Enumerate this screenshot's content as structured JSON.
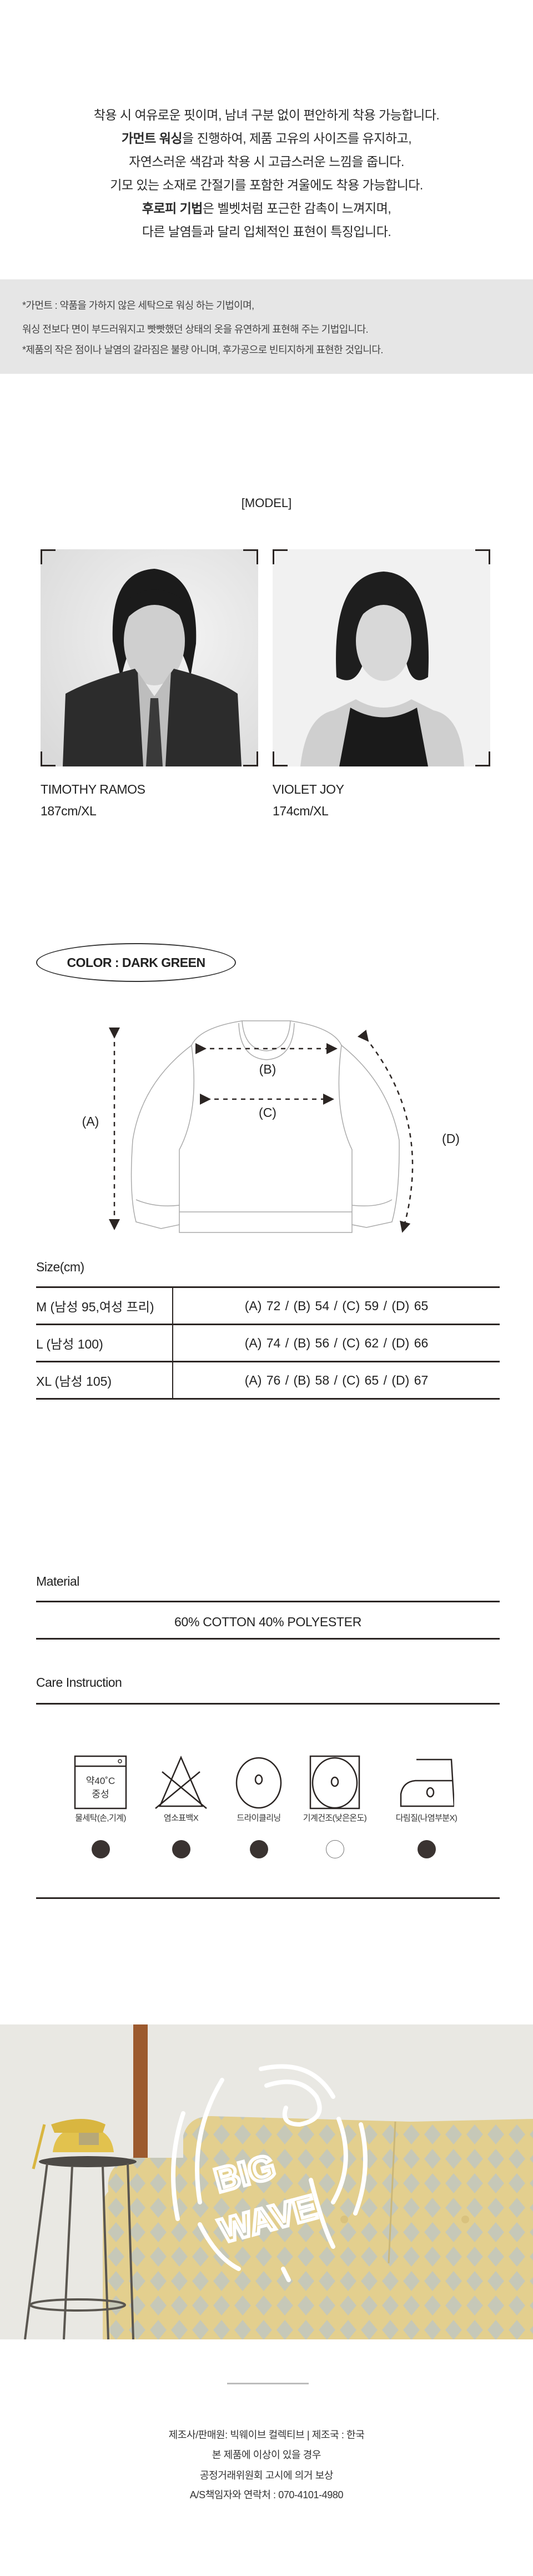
{
  "intro": {
    "lines": [
      {
        "pre": "",
        "bold": "",
        "post": "착용 시 여유로운 핏이며, 남녀 구분 없이 편안하게 착용 가능합니다."
      },
      {
        "pre": "",
        "bold": "가먼트 워싱",
        "post": "을 진행하여, 제품 고유의 사이즈를 유지하고,"
      },
      {
        "pre": "",
        "bold": "",
        "post": "자연스러운 색감과 착용 시 고급스러운 느낌을 줍니다."
      },
      {
        "pre": "",
        "bold": "",
        "post": "기모 있는 소재로 간절기를 포함한 겨울에도 착용 가능합니다."
      },
      {
        "pre": "",
        "bold": "후로피 기법",
        "post": "은 벨벳처럼 포근한 감촉이 느껴지며,"
      },
      {
        "pre": "",
        "bold": "",
        "post": "다른 날염들과 달리 입체적인 표현이 특징입니다."
      }
    ]
  },
  "notes": [
    "*가먼트 : 약품을 가하지 않은 세탁으로 워싱 하는 기법이며,",
    "워싱 전보다 면이 부드러워지고 빳빳했던 상태의 옷을 유연하게 표현해 주는 기법입니다.",
    "*제품의 작은 점이나 날염의 갈라짐은 불량 아니며, 후가공으로 빈티지하게 표현한 것입니다."
  ],
  "model_section": {
    "title": "[MODEL]",
    "models": [
      {
        "name": "TIMOTHY RAMOS",
        "spec": "187cm/XL"
      },
      {
        "name": "VIOLET JOY",
        "spec": "174cm/XL"
      }
    ]
  },
  "color_badge": "COLOR : DARK GREEN",
  "diagram": {
    "a": "(A)",
    "b": "(B)",
    "c": "(C)",
    "d": "(D)"
  },
  "size_table": {
    "title": "Size(cm)",
    "rows": [
      {
        "size": "M (남성 95,여성 프리)",
        "values": "(A) 72  /  (B) 54  /  (C) 59  /  (D) 65"
      },
      {
        "size": "L (남성 100)",
        "values": "(A) 74  /  (B) 56  /  (C) 62  /  (D) 66"
      },
      {
        "size": "XL (남성 105)",
        "values": "(A) 76  /  (B) 58  /  (C) 65  /  (D) 67"
      }
    ]
  },
  "material": {
    "title": "Material",
    "value": "60% COTTON 40% POLYESTER"
  },
  "care": {
    "title": "Care Instruction",
    "wash_icon_text": [
      "약40˚C",
      "중성"
    ],
    "items": [
      {
        "label": "물세탁(손,기계)",
        "icon": "wash-tub-icon",
        "allowed": true
      },
      {
        "label": "염소표백X",
        "icon": "no-bleach-icon",
        "allowed": true
      },
      {
        "label": "드라이클리닝",
        "icon": "dry-clean-icon",
        "allowed": true
      },
      {
        "label": "기계건조(낮은온도)",
        "icon": "tumble-dry-icon",
        "allowed": false
      },
      {
        "label": "다림질(나염부분X)",
        "icon": "iron-icon",
        "allowed": true
      }
    ]
  },
  "brand_logo": "BIG WAVE",
  "footer": [
    "제조사/판매원: 빅웨이브 컬렉티브 | 제조국 : 한국",
    "본 제품에 이상이 있을 경우",
    "공정거래위원회 고시에 의거 보상",
    "A/S책임자와 연락처 : 070-4101-4980"
  ],
  "colors": {
    "line": "#2b2523",
    "note_bg": "#e6e6e6",
    "dot": "#3a3331"
  }
}
